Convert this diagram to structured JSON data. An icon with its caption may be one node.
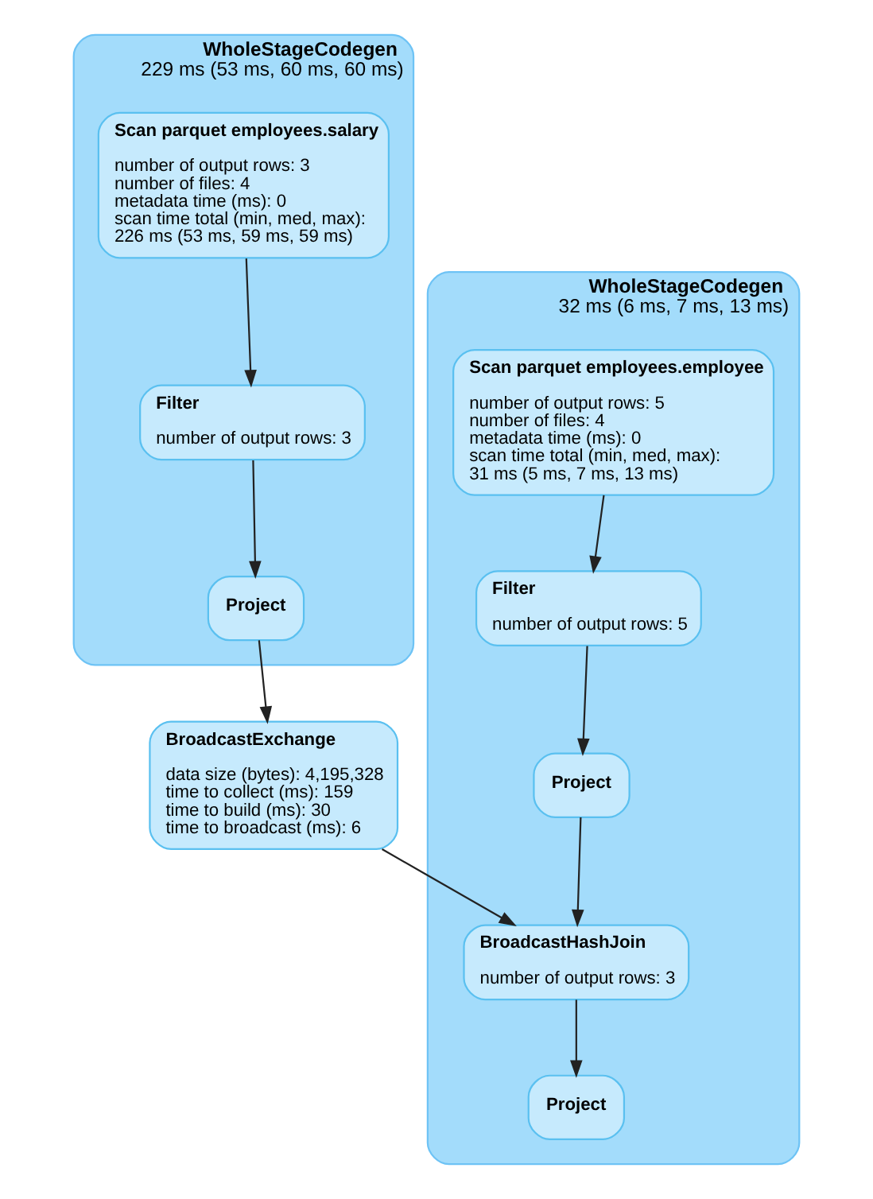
{
  "diagram": {
    "nodes": [
      {
        "text": [
          "WholeStageCodegen",
          "229 ms (53 ms, 60 ms, 60 ms)"
        ]
      },
      {
        "text": [
          "Scan parquet employees.salary",
          "number of output rows: 3",
          "number of files: 4",
          "metadata time (ms): 0",
          "scan time total (min, med, max): 226 ms (53 ms, 59 ms, 59 ms)"
        ],
        "in": 0
      },
      {
        "text": [
          "Filter",
          "number of output rows: 3"
        ],
        "in": 0
      },
      {
        "text": [
          "Project"
        ],
        "in": 0
      },
      {
        "text": [
          "BroadcastExchange",
          "data size (bytes): 4,195,328",
          "time to collect (ms): 159",
          "time to build (ms): 30",
          "time to broadcast (ms): 6"
        ]
      },
      {
        "text": [
          "WholeStageCodegen",
          "32 ms (6 ms, 7 ms, 13 ms)"
        ]
      },
      {
        "text": [
          "Scan parquet employees.employee",
          "number of output rows: 5",
          "number of files: 4",
          "metadata time (ms): 0",
          "scan time total (min, med, max): 31 ms (5 ms, 7 ms, 13 ms)"
        ],
        "in": 5
      },
      {
        "text": [
          "Filter",
          "number of output rows: 5"
        ],
        "in": 5
      },
      {
        "text": [
          "Project"
        ],
        "in": 5
      },
      {
        "text": [
          "BroadcastHashJoin",
          "number of output rows: 3"
        ],
        "in": 5
      },
      {
        "text": [
          "Project"
        ],
        "in": 5
      }
    ],
    "edges": [
      {
        "from": 1,
        "to": 2,
        "arrow": "to"
      },
      {
        "from": 2,
        "to": 3,
        "arrow": "to"
      },
      {
        "from": 3,
        "to": 4,
        "arrow": "to"
      },
      {
        "from": 4,
        "to": 9,
        "arrow": "to"
      },
      {
        "from": 6,
        "to": 7,
        "arrow": "to"
      },
      {
        "from": 7,
        "to": 8,
        "arrow": "to"
      },
      {
        "from": 8,
        "to": 9,
        "arrow": "to"
      },
      {
        "from": 9,
        "to": 10,
        "arrow": "to"
      }
    ]
  }
}
